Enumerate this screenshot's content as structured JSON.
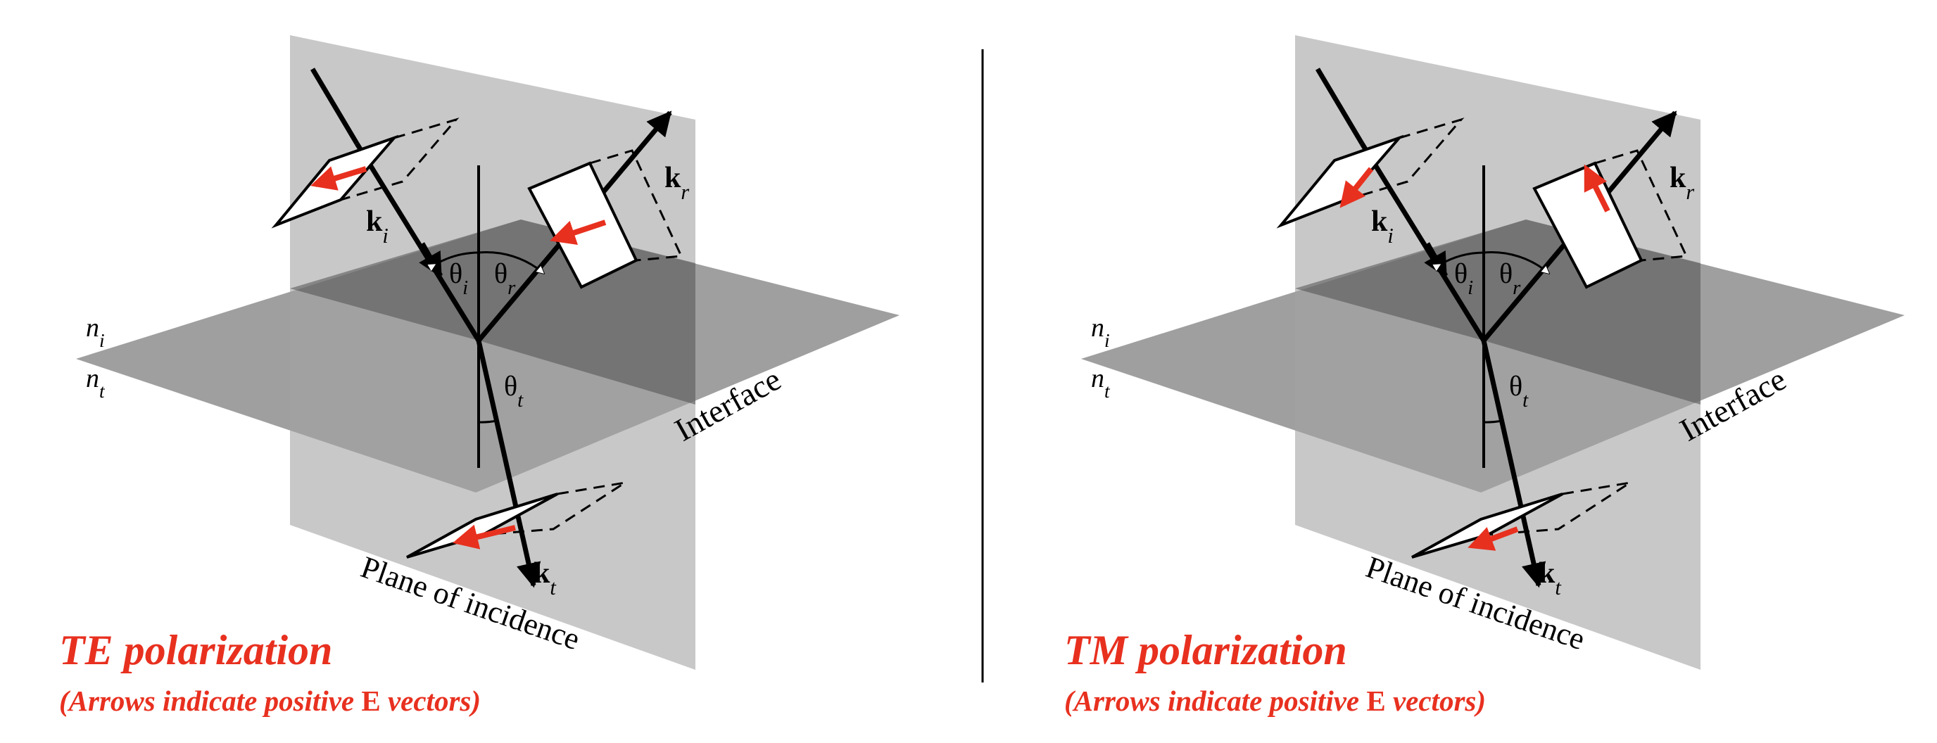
{
  "colors": {
    "plane": "#a3a3a3",
    "interface": "#8a8a8a",
    "overlap": "#505050",
    "e_vector": "#e8301f",
    "caption": "#e8301f",
    "line": "#000000",
    "panel_bg": "#ffffff"
  },
  "labels": {
    "interface": "Interface",
    "plane_of_incidence": "Plane of incidence",
    "n_i": "n",
    "n_i_sub": "i",
    "n_t": "n",
    "n_t_sub": "t",
    "theta_i": "θ",
    "theta_i_sub": "i",
    "theta_r": "θ",
    "theta_r_sub": "r",
    "theta_t": "θ",
    "theta_t_sub": "t",
    "k": "k",
    "k_i_sub": "i",
    "k_r_sub": "r",
    "k_t_sub": "t"
  },
  "panels": [
    {
      "id": "te",
      "title": "TE polarization",
      "subtitle_pre": "(Arrows indicate positive ",
      "subtitle_vec": "E",
      "subtitle_post": " vectors)",
      "polarization": "TE"
    },
    {
      "id": "tm",
      "title": "TM polarization",
      "subtitle_pre": "(Arrows indicate positive ",
      "subtitle_vec": "E",
      "subtitle_post": " vectors)",
      "polarization": "TM"
    }
  ]
}
